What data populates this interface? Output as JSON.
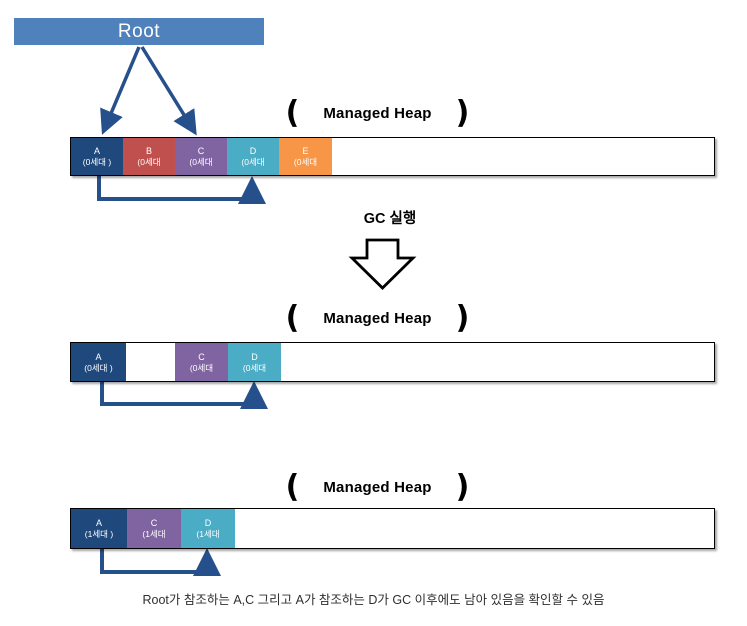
{
  "root": {
    "label": "Root"
  },
  "gc_step": {
    "label": "GC 실행"
  },
  "brackets": {
    "open": "(",
    "close": ")"
  },
  "heap_sections": [
    {
      "title": "Managed Heap",
      "blocks": [
        {
          "name": "A",
          "gen": "(0세대 )"
        },
        {
          "name": "B",
          "gen": "(0세대"
        },
        {
          "name": "C",
          "gen": "(0세대"
        },
        {
          "name": "D",
          "gen": "(0세대"
        },
        {
          "name": "E",
          "gen": "(0세대"
        }
      ]
    },
    {
      "title": "Managed Heap",
      "blocks": [
        {
          "name": "A",
          "gen": "(0세대 )"
        },
        {
          "name": "C",
          "gen": "(0세대"
        },
        {
          "name": "D",
          "gen": "(0세대"
        }
      ]
    },
    {
      "title": "Managed Heap",
      "blocks": [
        {
          "name": "A",
          "gen": "(1세대 )"
        },
        {
          "name": "C",
          "gen": "(1세대"
        },
        {
          "name": "D",
          "gen": "(1세대"
        }
      ]
    }
  ],
  "caption": "Root가 참조하는 A,C 그리고 A가 참조하는 D가 GC 이후에도 남아 있음을 확인할 수 있음",
  "colors": {
    "root_box": "#4F81BD",
    "arrow": "#26508C",
    "block_a": "#1F497D",
    "block_b": "#C0504D",
    "block_c": "#8064A2",
    "block_d": "#4BACC6",
    "block_e": "#F79646"
  }
}
